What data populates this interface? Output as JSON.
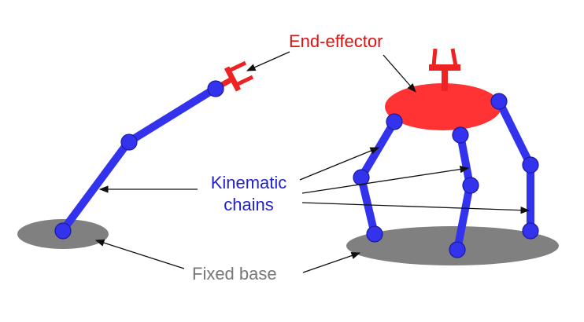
{
  "diagram": {
    "labels": {
      "end_effector": "End-effector",
      "kinematic_line1": "Kinematic",
      "kinematic_line2": "chains",
      "fixed_base": "Fixed base"
    },
    "colors": {
      "chain": "#3333ee",
      "chain_stroke": "#1a1aa0",
      "effector": "#ee2222",
      "platform": "#ff3333",
      "base": "#808080",
      "arrow": "#111111",
      "label_end_effector": "#dd1111",
      "label_kinematic": "#2222cc",
      "label_fixed_base": "#777777"
    },
    "components": {
      "serial_robot": "serial-manipulator",
      "parallel_robot": "parallel-manipulator"
    }
  }
}
